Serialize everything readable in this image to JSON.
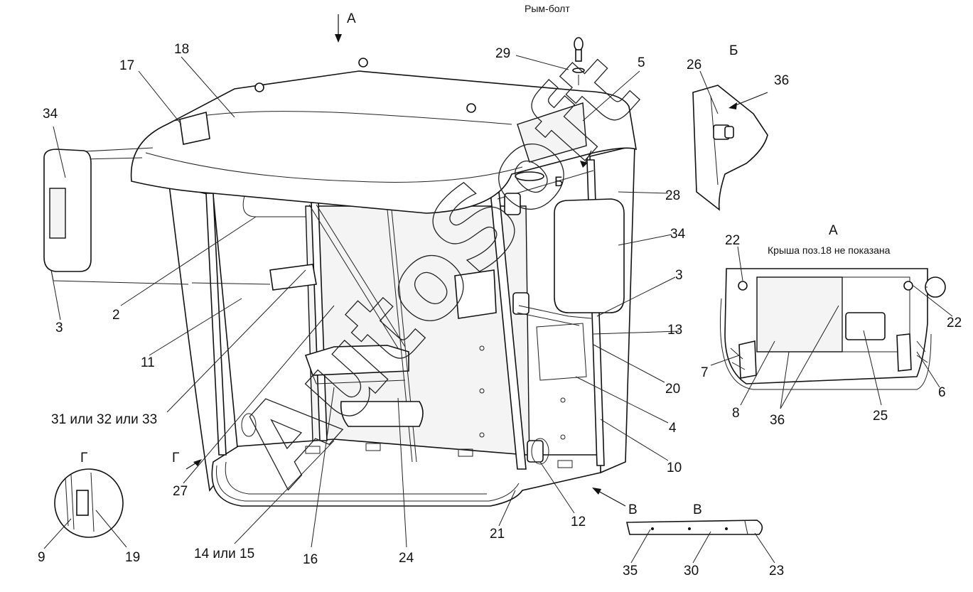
{
  "views": {
    "main_view_arrow": "А",
    "eyebolt_caption": "Рым-болт",
    "view_b_title": "Б",
    "view_b_arrow": "Б",
    "view_a_title": "А",
    "view_a_note": "Крыша поз.18  не показана",
    "view_v_title": "В",
    "view_v_arrow": "В",
    "view_g_title": "Г",
    "view_g_arrow": "Г"
  },
  "callouts": {
    "c18": "18",
    "c17": "17",
    "c34a": "34",
    "c29": "29",
    "c5": "5",
    "c26": "26",
    "c36a": "36",
    "c28": "28",
    "c34b": "34",
    "c3a": "3",
    "c13": "13",
    "c20": "20",
    "c4": "4",
    "c10": "10",
    "c12": "12",
    "c21": "21",
    "c24": "24",
    "c16": "16",
    "c1415": "14 или 15",
    "c27": "27",
    "c313233": "31 или 32 или 33",
    "c11": "11",
    "c2": "2",
    "c3b": "3",
    "c9": "9",
    "c19": "19",
    "c22a": "22",
    "c22b": "22",
    "c7": "7",
    "c8": "8",
    "c36b": "36",
    "c25": "25",
    "c6": "6",
    "c35": "35",
    "c30": "30",
    "c23": "23"
  },
  "watermark": "AutoSoft",
  "colors": {
    "line": "#111111",
    "background": "#ffffff"
  }
}
